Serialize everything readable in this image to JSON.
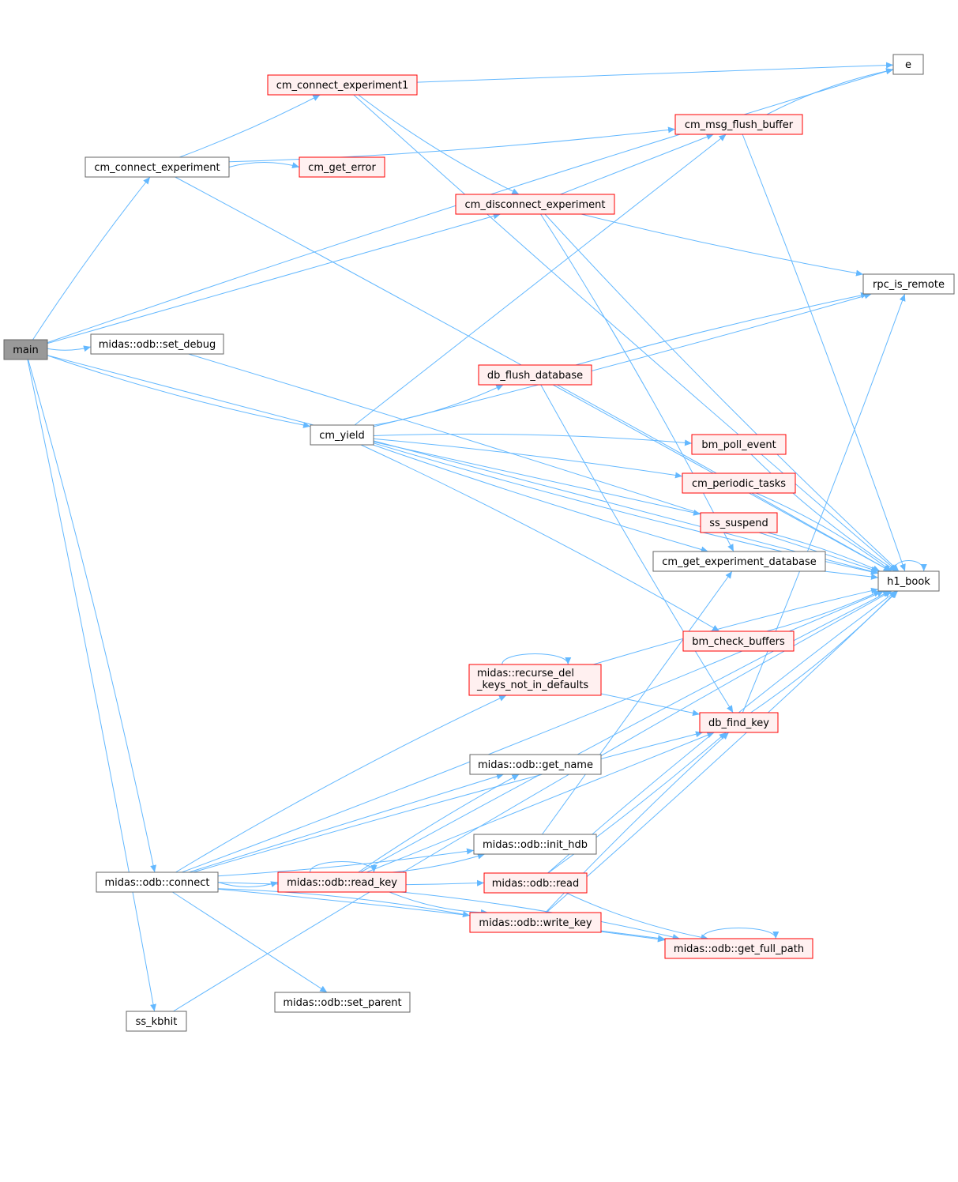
{
  "diagram": {
    "nodes": [
      {
        "id": "main",
        "label": "main",
        "style": "root"
      },
      {
        "id": "cm_connect_experiment",
        "label": "cm_connect_experiment",
        "style": "plain"
      },
      {
        "id": "cm_connect_experiment1",
        "label": "cm_connect_experiment1",
        "style": "red"
      },
      {
        "id": "cm_get_error",
        "label": "cm_get_error",
        "style": "red"
      },
      {
        "id": "cm_msg_flush_buffer",
        "label": "cm_msg_flush_buffer",
        "style": "red"
      },
      {
        "id": "cm_disconnect_experiment",
        "label": "cm_disconnect_experiment",
        "style": "red"
      },
      {
        "id": "e",
        "label": "e",
        "style": "plain"
      },
      {
        "id": "rpc_is_remote",
        "label": "rpc_is_remote",
        "style": "plain"
      },
      {
        "id": "set_debug",
        "label": "midas::odb::set_debug",
        "style": "plain"
      },
      {
        "id": "cm_yield",
        "label": "cm_yield",
        "style": "plain"
      },
      {
        "id": "db_flush_database",
        "label": "db_flush_database",
        "style": "red"
      },
      {
        "id": "bm_poll_event",
        "label": "bm_poll_event",
        "style": "red"
      },
      {
        "id": "cm_periodic_tasks",
        "label": "cm_periodic_tasks",
        "style": "red"
      },
      {
        "id": "ss_suspend",
        "label": "ss_suspend",
        "style": "red"
      },
      {
        "id": "cm_get_experiment_database",
        "label": "cm_get_experiment_database",
        "style": "plain"
      },
      {
        "id": "h1_book",
        "label": "h1_book",
        "style": "plain"
      },
      {
        "id": "bm_check_buffers",
        "label": "bm_check_buffers",
        "style": "red"
      },
      {
        "id": "recurse_del",
        "label": "midas::recurse_del\n_keys_not_in_defaults",
        "style": "red"
      },
      {
        "id": "db_find_key",
        "label": "db_find_key",
        "style": "red"
      },
      {
        "id": "get_name",
        "label": "midas::odb::get_name",
        "style": "plain"
      },
      {
        "id": "init_hdb",
        "label": "midas::odb::init_hdb",
        "style": "plain"
      },
      {
        "id": "connect",
        "label": "midas::odb::connect",
        "style": "plain"
      },
      {
        "id": "read_key",
        "label": "midas::odb::read_key",
        "style": "red"
      },
      {
        "id": "read",
        "label": "midas::odb::read",
        "style": "red"
      },
      {
        "id": "write_key",
        "label": "midas::odb::write_key",
        "style": "red"
      },
      {
        "id": "get_full_path",
        "label": "midas::odb::get_full_path",
        "style": "red"
      },
      {
        "id": "set_parent",
        "label": "midas::odb::set_parent",
        "style": "plain"
      },
      {
        "id": "ss_kbhit",
        "label": "ss_kbhit",
        "style": "plain"
      }
    ],
    "edges": [
      [
        "main",
        "e"
      ],
      [
        "main",
        "cm_connect_experiment"
      ],
      [
        "main",
        "cm_disconnect_experiment"
      ],
      [
        "main",
        "set_debug"
      ],
      [
        "main",
        "cm_yield"
      ],
      [
        "main",
        "connect"
      ],
      [
        "main",
        "ss_kbhit"
      ],
      [
        "main",
        "h1_book"
      ],
      [
        "cm_connect_experiment",
        "cm_connect_experiment1"
      ],
      [
        "cm_connect_experiment",
        "cm_msg_flush_buffer"
      ],
      [
        "cm_connect_experiment",
        "cm_get_error"
      ],
      [
        "cm_connect_experiment",
        "h1_book"
      ],
      [
        "cm_connect_experiment1",
        "e"
      ],
      [
        "cm_connect_experiment1",
        "h1_book"
      ],
      [
        "cm_connect_experiment1",
        "cm_disconnect_experiment"
      ],
      [
        "cm_msg_flush_buffer",
        "e"
      ],
      [
        "cm_msg_flush_buffer",
        "h1_book"
      ],
      [
        "cm_disconnect_experiment",
        "cm_msg_flush_buffer"
      ],
      [
        "cm_disconnect_experiment",
        "rpc_is_remote"
      ],
      [
        "cm_disconnect_experiment",
        "h1_book"
      ],
      [
        "cm_disconnect_experiment",
        "cm_get_experiment_database"
      ],
      [
        "set_debug",
        "h1_book"
      ],
      [
        "cm_yield",
        "cm_msg_flush_buffer"
      ],
      [
        "cm_yield",
        "rpc_is_remote"
      ],
      [
        "cm_yield",
        "db_flush_database"
      ],
      [
        "cm_yield",
        "bm_poll_event"
      ],
      [
        "cm_yield",
        "cm_periodic_tasks"
      ],
      [
        "cm_yield",
        "ss_suspend"
      ],
      [
        "cm_yield",
        "cm_get_experiment_database"
      ],
      [
        "cm_yield",
        "h1_book"
      ],
      [
        "cm_yield",
        "bm_check_buffers"
      ],
      [
        "db_flush_database",
        "rpc_is_remote"
      ],
      [
        "db_flush_database",
        "h1_book"
      ],
      [
        "db_flush_database",
        "db_find_key"
      ],
      [
        "bm_poll_event",
        "h1_book"
      ],
      [
        "cm_periodic_tasks",
        "h1_book"
      ],
      [
        "ss_suspend",
        "h1_book"
      ],
      [
        "cm_get_experiment_database",
        "h1_book"
      ],
      [
        "bm_check_buffers",
        "h1_book"
      ],
      [
        "h1_book",
        "h1_book"
      ],
      [
        "recurse_del",
        "recurse_del"
      ],
      [
        "recurse_del",
        "h1_book"
      ],
      [
        "recurse_del",
        "db_find_key"
      ],
      [
        "db_find_key",
        "rpc_is_remote"
      ],
      [
        "db_find_key",
        "h1_book"
      ],
      [
        "connect",
        "recurse_del"
      ],
      [
        "connect",
        "db_find_key"
      ],
      [
        "connect",
        "get_name"
      ],
      [
        "connect",
        "read"
      ],
      [
        "connect",
        "read_key"
      ],
      [
        "connect",
        "write_key"
      ],
      [
        "connect",
        "get_full_path"
      ],
      [
        "connect",
        "set_parent"
      ],
      [
        "connect",
        "init_hdb"
      ],
      [
        "connect",
        "h1_book"
      ],
      [
        "read_key",
        "read_key"
      ],
      [
        "read_key",
        "get_name"
      ],
      [
        "read_key",
        "db_find_key"
      ],
      [
        "read_key",
        "init_hdb"
      ],
      [
        "read_key",
        "write_key"
      ],
      [
        "read_key",
        "get_full_path"
      ],
      [
        "read_key",
        "h1_book"
      ],
      [
        "init_hdb",
        "cm_get_experiment_database"
      ],
      [
        "read",
        "db_find_key"
      ],
      [
        "read",
        "get_full_path"
      ],
      [
        "read",
        "h1_book"
      ],
      [
        "write_key",
        "db_find_key"
      ],
      [
        "write_key",
        "get_full_path"
      ],
      [
        "write_key",
        "h1_book"
      ],
      [
        "get_full_path",
        "get_full_path"
      ],
      [
        "ss_kbhit",
        "h1_book"
      ]
    ]
  }
}
